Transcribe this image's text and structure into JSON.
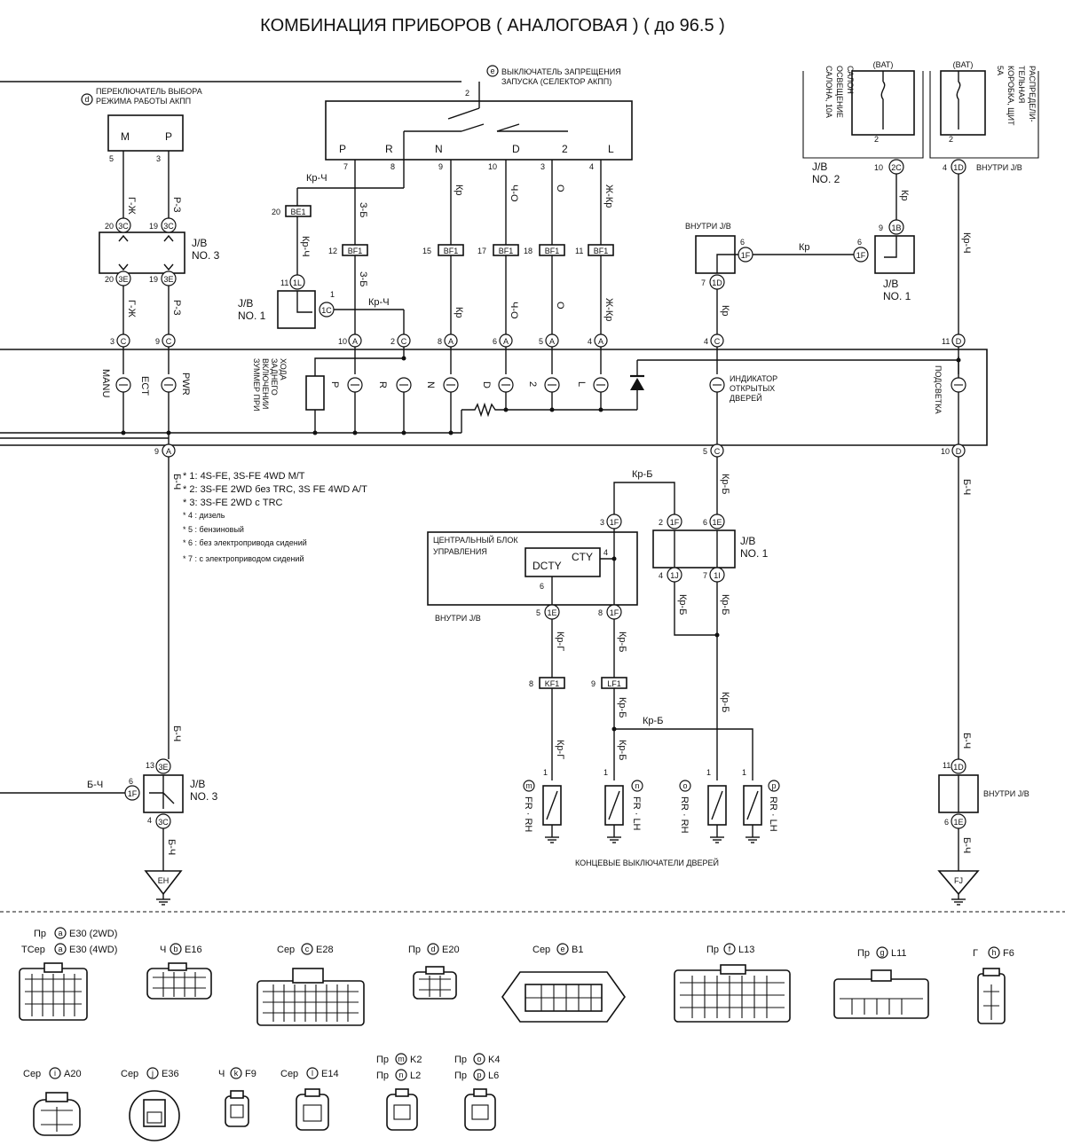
{
  "title": "КОМБИНАЦИЯ ПРИБОРОВ ( АНАЛОГОВАЯ ) ( до 96.5 )",
  "labels": {
    "sel_switch": [
      "ПЕРЕКЛЮЧАТЕЛЬ ВЫБОРА",
      "РЕЖИМА РАБОТЫ АКПП"
    ],
    "sel_switch_ref": "d",
    "inhibit_switch": [
      "ВЫКЛЮЧАТЕЛЬ ЗАПРЕЩЕНИЯ",
      "ЗАПУСКА (СЕЛЕКТОР АКПП)"
    ],
    "inhibit_switch_ref": "e",
    "dome_fuse": [
      "САЛОН",
      "ОСВЕЩЕНИЕ",
      "САЛОНА, 10А"
    ],
    "dist_fuse": [
      "РАСПРЕДЕЛИ-",
      "ТЕЛЬНАЯ",
      "КОРОБКА, ЩИТ",
      "5А"
    ],
    "bat": "(BAT)",
    "jb_no2": [
      "J/B",
      "NO. 2"
    ],
    "jb_no3": [
      "J/B",
      "NO. 3"
    ],
    "jb_no1": [
      "J/B",
      "NO. 1"
    ],
    "inside_jb": "ВНУТРИ J/B",
    "buzzer": [
      "ЗУММЕР ПРИ",
      "ВКЛЮЧЕНИИ",
      "ЗАДНЕГО",
      "ХОДА"
    ],
    "door_indicator": [
      "ИНДИКАТОР",
      "ОТКРЫТЫХ",
      "ДВЕРЕЙ"
    ],
    "backlight": "ПОДСВЕТКА",
    "central_unit": [
      "ЦЕНТРАЛЬНЫЙ БЛОК",
      "УПРАВЛЕНИЯ"
    ],
    "dcty": "DCTY",
    "cty": "CTY",
    "door_switches": "КОНЦЕВЫЕ ВЫКЛЮЧАТЕЛИ ДВЕРЕЙ",
    "ground_eh": "EH",
    "ground_fj": "FJ",
    "notes": [
      "* 1: 4S-FE, 3S-FE 4WD M/T",
      "* 2: 3S-FE 2WD без TRC, 3S FE 4WD A/T",
      "* 3: 3S-FE 2WD с TRC",
      "* 4 : дизель",
      "* 5 : бензиновый",
      "* 6 : без электропривода сидений",
      "* 7 : с электроприводом сидений"
    ],
    "lamps": [
      "MANU",
      "ECT",
      "PWR",
      "P",
      "R",
      "N",
      "D",
      "2",
      "L"
    ],
    "inhibit_pins": [
      "P",
      "R",
      "N",
      "D",
      "2",
      "L"
    ],
    "mp": [
      "M",
      "P"
    ],
    "door_sw": [
      "FR · RH",
      "FR · LH",
      "RR · RH",
      "RR · LH"
    ],
    "door_sw_refs": [
      "m",
      "n",
      "o",
      "p"
    ]
  },
  "wires": {
    "gzh": "Г-Ж",
    "pz": "Р-З",
    "krch": "Кр-Ч",
    "zb": "З-Б",
    "kr": "Кр",
    "cho": "Ч-О",
    "o": "О",
    "zhkr": "Ж-Кр",
    "bch": "Б-Ч",
    "krb": "Кр-Б",
    "krg": "Кр-Г"
  },
  "connectors": [
    {
      "ref": "a",
      "lines": [
        "Пр",
        "E30 (2WD)"
      ],
      "line2": [
        "ТСер",
        "E30 (4WD)"
      ]
    },
    {
      "ref": "b",
      "lines": [
        "Ч",
        "E16"
      ]
    },
    {
      "ref": "c",
      "lines": [
        "Сер",
        "E28"
      ]
    },
    {
      "ref": "d",
      "lines": [
        "Пр",
        "E20"
      ]
    },
    {
      "ref": "e",
      "lines": [
        "Сер",
        "B1"
      ]
    },
    {
      "ref": "f",
      "lines": [
        "Пр",
        "L13"
      ]
    },
    {
      "ref": "g",
      "lines": [
        "Пр",
        "L11"
      ]
    },
    {
      "ref": "h",
      "lines": [
        "Г",
        "F6"
      ]
    },
    {
      "ref": "i",
      "lines": [
        "Сер",
        "A20"
      ]
    },
    {
      "ref": "j",
      "lines": [
        "Сер",
        "E36"
      ]
    },
    {
      "ref": "k",
      "lines": [
        "Ч",
        "F9"
      ]
    },
    {
      "ref": "l",
      "lines": [
        "Сер",
        "E14"
      ]
    },
    {
      "ref": "m",
      "lines": [
        "Пр",
        "K2"
      ],
      "line2": [
        "Пр",
        "L2"
      ],
      "ref2": "n"
    },
    {
      "ref": "o",
      "lines": [
        "Пр",
        "K4"
      ],
      "line2": [
        "Пр",
        "L6"
      ],
      "ref2": "p"
    }
  ],
  "pin_numbers": {
    "inh": [
      "2",
      "7",
      "8",
      "9",
      "10",
      "3",
      "4"
    ],
    "c3": [
      "20",
      "19",
      "20",
      "19"
    ],
    "c3codes": [
      "3C",
      "3C",
      "3E",
      "3E"
    ],
    "cluster_top": [
      "3",
      "9",
      "10",
      "2",
      "8",
      "6",
      "5",
      "4",
      "4",
      "11"
    ],
    "cluster_top_codes": [
      "C",
      "C",
      "A",
      "C",
      "A",
      "A",
      "A",
      "A",
      "C",
      "D"
    ],
    "cluster_bot": [
      "9",
      "5",
      "10"
    ],
    "cluster_bot_codes": [
      "A",
      "C",
      "D"
    ]
  }
}
